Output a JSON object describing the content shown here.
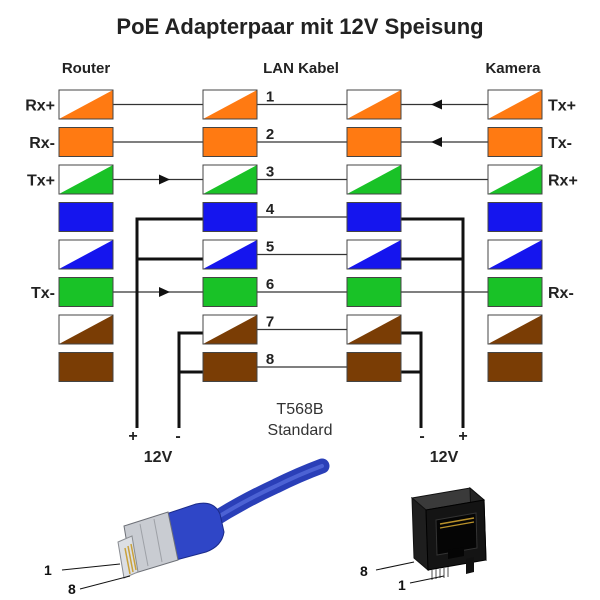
{
  "title": "PoE Adapterpaar mit 12V Speisung",
  "headers": {
    "router": "Router",
    "cable": "LAN Kabel",
    "camera": "Kamera"
  },
  "colors": {
    "orange": "#ff7a12",
    "green": "#19c227",
    "blue": "#1515ee",
    "brown": "#7a3d05",
    "white": "#ffffff"
  },
  "pins": [
    {
      "number": "1",
      "color": "orange",
      "striped": true,
      "router_label": "Rx+",
      "camera_label": "Tx+"
    },
    {
      "number": "2",
      "color": "orange",
      "striped": false,
      "router_label": "Rx-",
      "camera_label": "Tx-"
    },
    {
      "number": "3",
      "color": "green",
      "striped": true,
      "router_label": "Tx+",
      "camera_label": "Rx+"
    },
    {
      "number": "4",
      "color": "blue",
      "striped": false,
      "router_label": "",
      "camera_label": ""
    },
    {
      "number": "5",
      "color": "blue",
      "striped": true,
      "router_label": "",
      "camera_label": ""
    },
    {
      "number": "6",
      "color": "green",
      "striped": false,
      "router_label": "Tx-",
      "camera_label": "Rx-"
    },
    {
      "number": "7",
      "color": "brown",
      "striped": true,
      "router_label": "",
      "camera_label": ""
    },
    {
      "number": "8",
      "color": "brown",
      "striped": false,
      "router_label": "",
      "camera_label": ""
    }
  ],
  "standard": {
    "line1": "T568B",
    "line2": "Standard"
  },
  "power": {
    "left": {
      "plus": "+",
      "minus": "-",
      "voltage": "12V"
    },
    "right": {
      "minus": "-",
      "plus": "+",
      "voltage": "12V"
    }
  },
  "plug_labels": {
    "pin1": "1",
    "pin8": "8"
  },
  "socket_labels": {
    "pin8": "8",
    "pin1": "1"
  }
}
